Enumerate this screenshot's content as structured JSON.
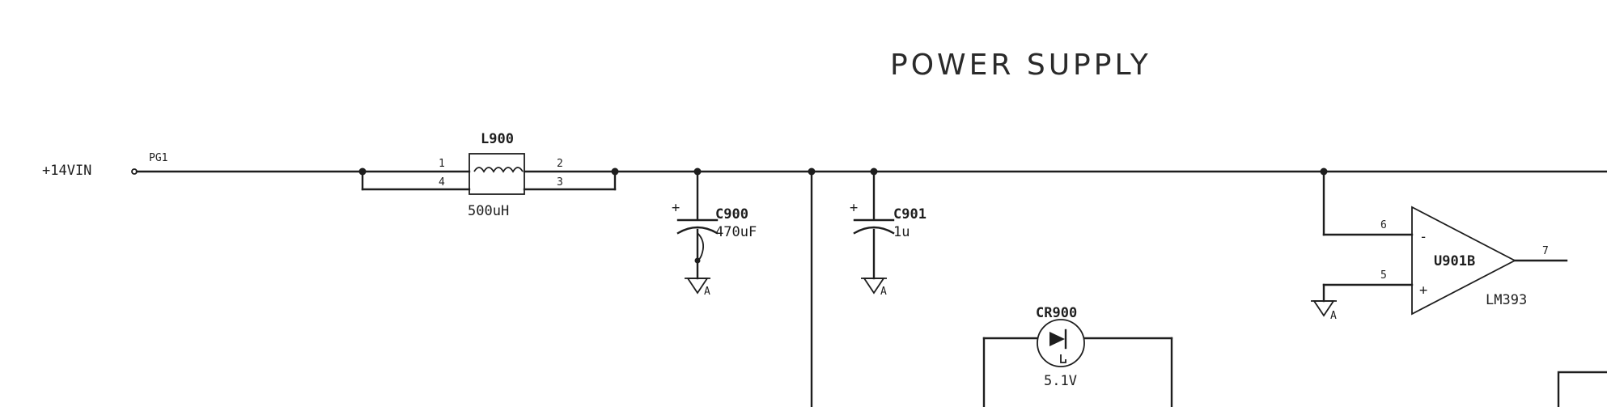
{
  "title": "POWER SUPPLY",
  "input": {
    "net": "+14VIN",
    "connector": "PG1"
  },
  "inductor": {
    "ref": "L900",
    "value": "500uH",
    "pins": [
      "1",
      "4",
      "2",
      "3"
    ]
  },
  "cap1": {
    "ref": "C900",
    "value": "470uF",
    "polarity": "+"
  },
  "cap2": {
    "ref": "C901",
    "value": "1u",
    "polarity": "+"
  },
  "ground_label": "A",
  "diode": {
    "ref": "CR900",
    "value": "5.1V"
  },
  "opamp": {
    "ref": "U901B",
    "part": "LM393",
    "pin_inv": "6",
    "pin_noninv": "5",
    "pin_out": "7",
    "sign_inv": "-",
    "sign_noninv": "+"
  },
  "colors": {
    "ink": "#1e1e1e",
    "background": "#ffffff"
  }
}
